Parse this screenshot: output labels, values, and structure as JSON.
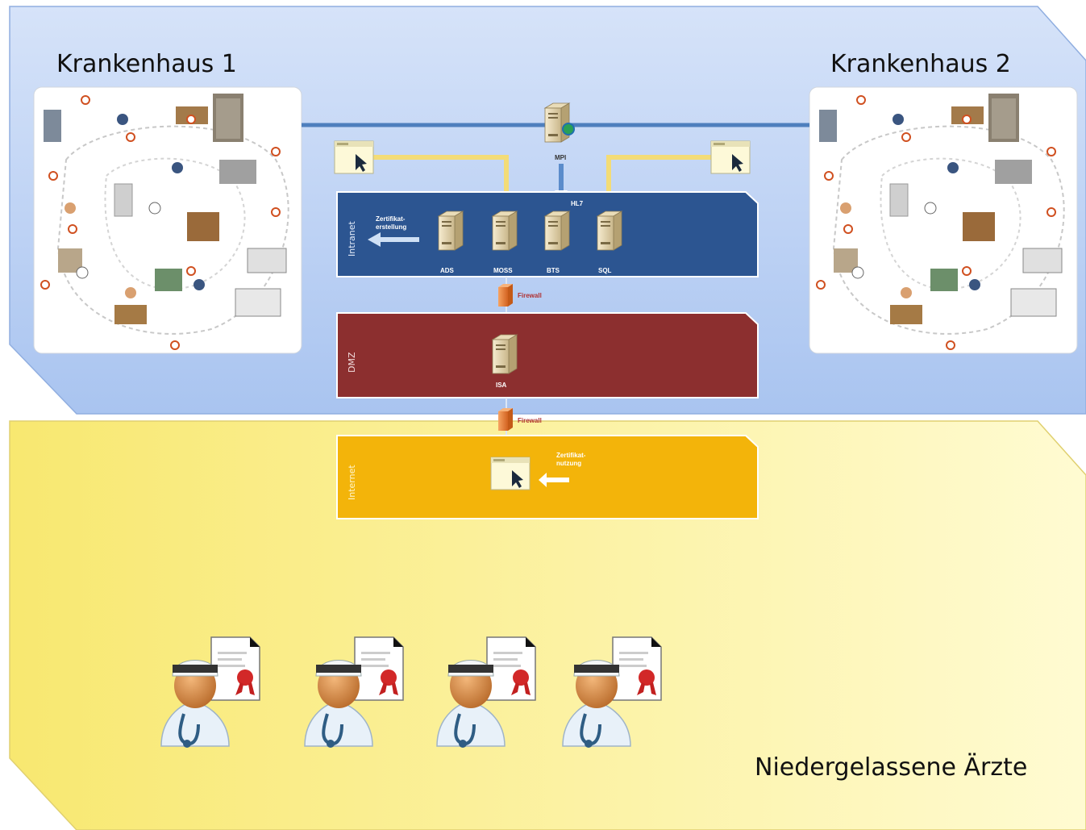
{
  "hospitals": [
    {
      "title": "Krankenhaus 1"
    },
    {
      "title": "Krankenhaus 2"
    }
  ],
  "practitioners_label": "Niedergelassene Ärzte",
  "zones": {
    "intranet": {
      "label": "Intranet",
      "note": "Zertifikat-erstellung",
      "servers": [
        "ADS",
        "MOSS",
        "BTS",
        "SQL"
      ]
    },
    "dmz": {
      "label": "DMZ",
      "server": "ISA"
    },
    "internet": {
      "label": "Internet",
      "note": "Zertifikat-nutzung"
    }
  },
  "mpi_label": "MPI",
  "hl7_label": "HL7",
  "firewall_label": "Firewall",
  "practitioner_count": 4,
  "colors": {
    "hospital_zone": "#bcd2f5",
    "practice_zone": "#fbf088",
    "intranet": "#2c5591",
    "dmz": "#8c2f2f",
    "internet": "#f3b40a",
    "firewall": "#e8803a"
  }
}
